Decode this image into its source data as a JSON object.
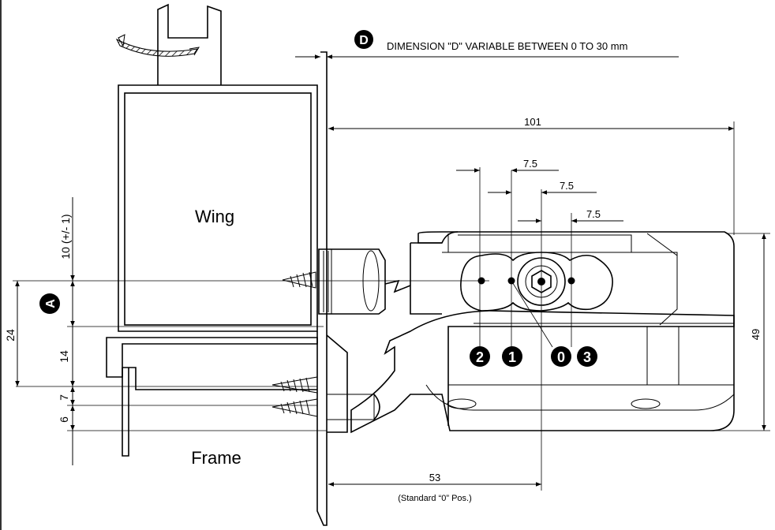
{
  "labels": {
    "wing": "Wing",
    "frame": "Frame",
    "d_badge": "D",
    "a_badge": "A",
    "d_note": "DIMENSION \"D\" VARIABLE BETWEEN 0 TO 30 mm",
    "standard_pos": "(Standard “0” Pos.)"
  },
  "dimensions": {
    "overall_length": "101",
    "step_2_1": "7.5",
    "step_1_0": "7.5",
    "step_0_3": "7.5",
    "height_49": "49",
    "offset_53": "53",
    "left_10": "10 (+/- 1)",
    "left_24": "24",
    "left_14": "14",
    "left_7": "7",
    "left_6": "6"
  },
  "positions": [
    "2",
    "1",
    "0",
    "3"
  ]
}
